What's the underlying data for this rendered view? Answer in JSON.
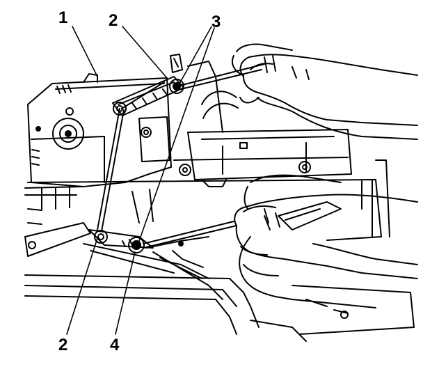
{
  "figure": {
    "callouts": [
      {
        "id": "c1-top",
        "text": "1"
      },
      {
        "id": "c2-top",
        "text": "2"
      },
      {
        "id": "c3-top",
        "text": "3"
      },
      {
        "id": "c2-bottom",
        "text": "2"
      },
      {
        "id": "c4-bottom",
        "text": "4"
      }
    ],
    "parts": {
      "housing": "hvac-module-housing",
      "linkage_arm": "actuator-link-arm",
      "fasteners": "pivot-retainer-clips",
      "lower_pivot": "lower-pivot-clip",
      "tool": "flat-blade-pry-tool",
      "hands": "technician-hands"
    },
    "colors": {
      "line": "#000000",
      "background": "#ffffff"
    }
  }
}
